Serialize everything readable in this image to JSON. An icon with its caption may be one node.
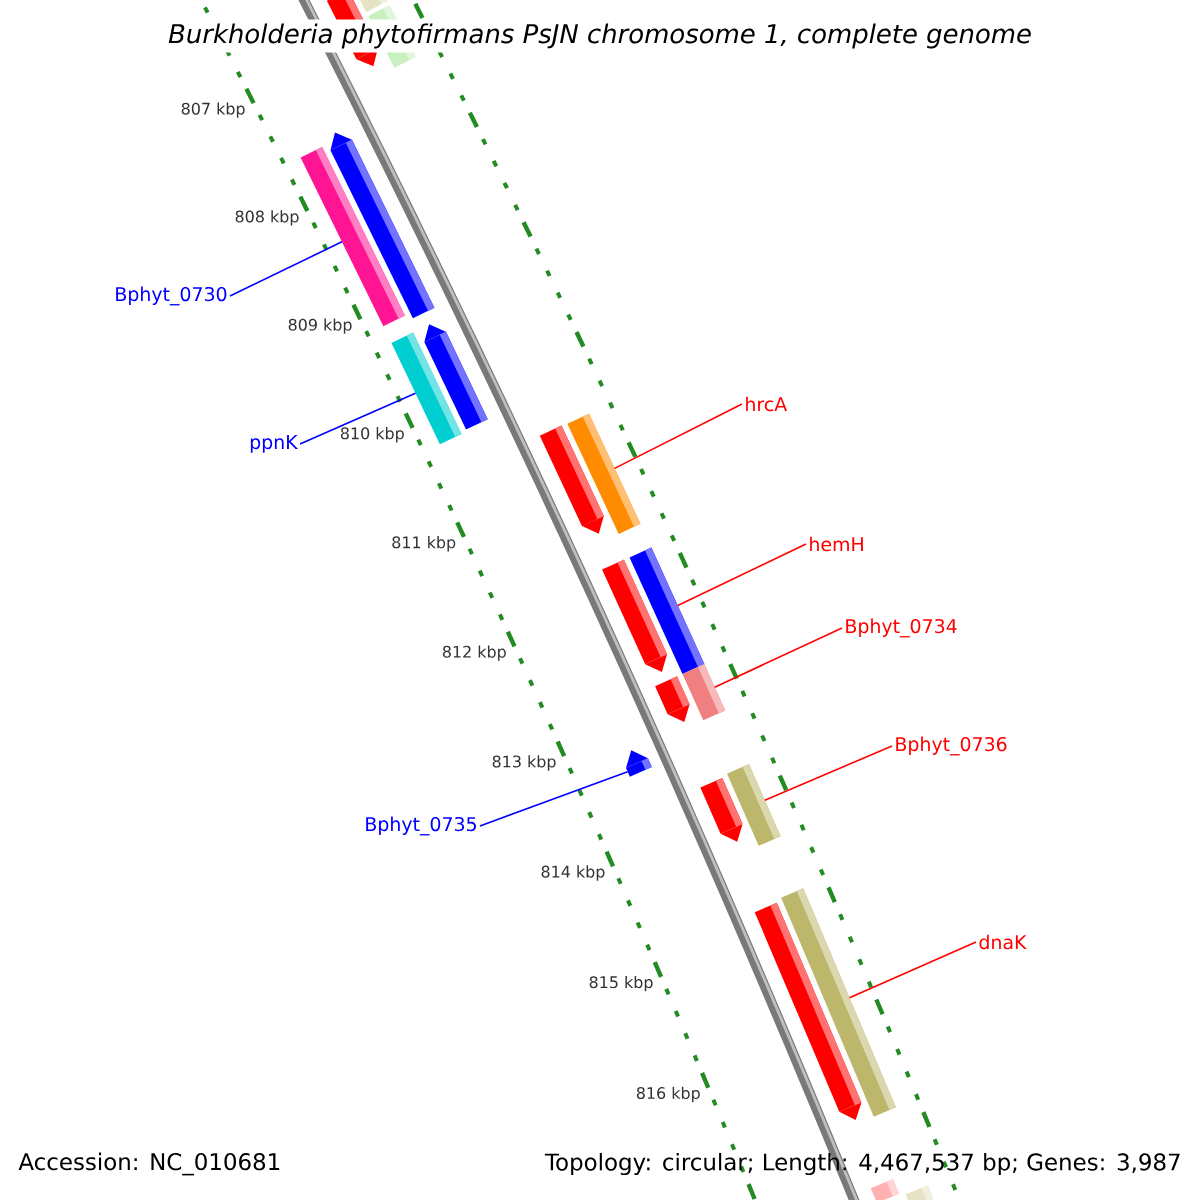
{
  "diagram": {
    "title": "Burkholderia phytofirmans PsJN chromosome 1, complete genome",
    "nodes": [
      {
        "text": [
          "Bphyt_0730"
        ]
      },
      {
        "text": [],
        "shape": "bar"
      },
      {
        "text": [
          "ppnK"
        ]
      },
      {
        "text": [],
        "shape": "bar"
      },
      {
        "text": [
          "hrcA"
        ]
      },
      {
        "text": [],
        "shape": "bar"
      },
      {
        "text": [
          "hemH"
        ]
      },
      {
        "text": [],
        "shape": "bar"
      },
      {
        "text": [
          "Bphyt_0734"
        ]
      },
      {
        "text": [],
        "shape": "bar"
      },
      {
        "text": [
          "Bphyt_0735"
        ]
      },
      {
        "text": [],
        "shape": "arrow"
      },
      {
        "text": [
          "Bphyt_0736"
        ]
      },
      {
        "text": [],
        "shape": "bar"
      },
      {
        "text": [
          "dnaK"
        ]
      },
      {
        "text": [],
        "shape": "bar"
      },
      {
        "text": [],
        "shape": "arrow"
      },
      {
        "text": [],
        "shape": "bar"
      },
      {
        "text": [],
        "shape": "bar"
      },
      {
        "text": [],
        "shape": "arrow"
      },
      {
        "text": [],
        "shape": "arrow"
      },
      {
        "text": [],
        "shape": "arrow"
      },
      {
        "text": [],
        "shape": "arrow"
      },
      {
        "text": [],
        "shape": "arrow"
      },
      {
        "text": [],
        "shape": "arrow"
      },
      {
        "text": [],
        "shape": "arrow"
      },
      {
        "text": [],
        "shape": "bar"
      },
      {
        "text": [],
        "shape": "bar"
      }
    ],
    "edges": [
      {
        "from": 0,
        "to": 1,
        "arrow": "none",
        "color": "#0000ff"
      },
      {
        "from": 2,
        "to": 3,
        "arrow": "none",
        "color": "#0000ff"
      },
      {
        "from": 4,
        "to": 5,
        "arrow": "none"
      },
      {
        "from": 6,
        "to": 7,
        "arrow": "none"
      },
      {
        "from": 8,
        "to": 9,
        "arrow": "none"
      },
      {
        "from": 10,
        "to": 11,
        "arrow": "none",
        "color": "#0000ff"
      },
      {
        "from": 12,
        "to": 13,
        "arrow": "none"
      },
      {
        "from": 14,
        "to": 15,
        "arrow": "none"
      }
    ],
    "labels": [
      "807 kbp",
      "808 kbp",
      "809 kbp",
      "810 kbp",
      "811 kbp",
      "812 kbp",
      "813 kbp",
      "814 kbp",
      "815 kbp",
      "816 kbp",
      "Accession: NC_010681",
      "Topology: circular; Length: 4,467,537 bp; Genes: 3,987"
    ]
  }
}
